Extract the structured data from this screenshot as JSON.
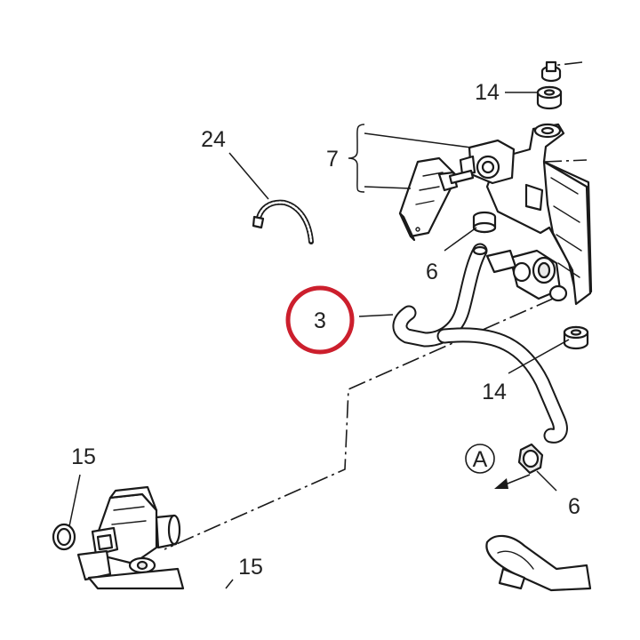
{
  "callouts": {
    "c24": "24",
    "c7": "7",
    "c14a": "14",
    "c6a": "6",
    "c3": "3",
    "c14b": "14",
    "cA": "A",
    "c6b": "6",
    "c15a": "15",
    "c15b": "15"
  },
  "highlight": {
    "part": "3",
    "color": "#cc1f2d"
  }
}
